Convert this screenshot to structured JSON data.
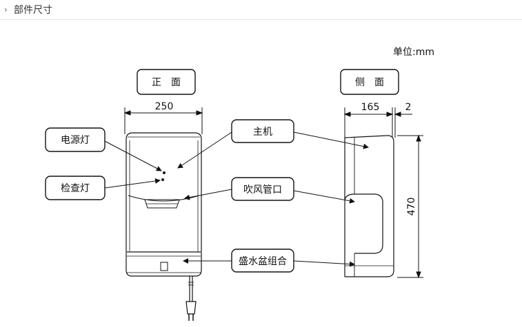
{
  "header": {
    "chevron": "›",
    "title": "部件尺寸"
  },
  "unit_label": "单位:mm",
  "views": {
    "front": "正　面",
    "side": "侧　面"
  },
  "dimensions": {
    "front_width": "250",
    "side_depth": "165",
    "side_gap": "2",
    "height": "470"
  },
  "callouts": {
    "power_light": "电源灯",
    "check_light": "检查灯",
    "main_unit": "主机",
    "blow_outlet": "吹风管口",
    "basin_assembly": "盛水盆组合"
  }
}
